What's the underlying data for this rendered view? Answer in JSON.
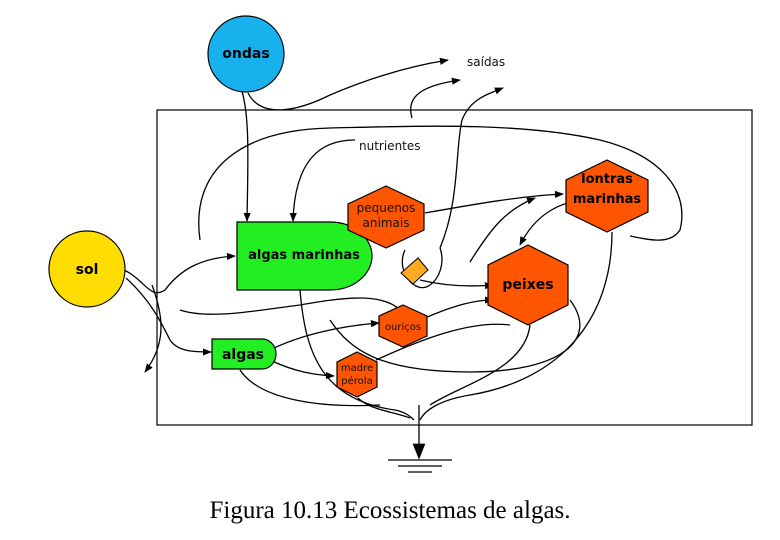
{
  "colors": {
    "ondas": "#17b2ee",
    "sol": "#ffdd00",
    "producer": "#22ee22",
    "consumer": "#ff5500",
    "outline": "#000000"
  },
  "diagram": {
    "outputs_label": "saídas",
    "nutrients_label": "nutrientes",
    "sources": {
      "ondas": "ondas",
      "sol": "sol"
    },
    "producers": {
      "algas_marinhas": "algas marinhas",
      "algas": "algas"
    },
    "consumers": {
      "pequenos_animais": [
        "pequenos",
        "animais"
      ],
      "lontras_marinhas": [
        "lontras",
        "marinhas"
      ],
      "peixes": "peixes",
      "ouricos": "ouriços",
      "madre_perola": [
        "madre",
        "pérola"
      ]
    },
    "icons": {
      "heat_sink": "ground-sink-icon",
      "interaction": "interaction-diamond-icon"
    }
  },
  "caption": "Figura 10.13 Ecossistemas de algas."
}
